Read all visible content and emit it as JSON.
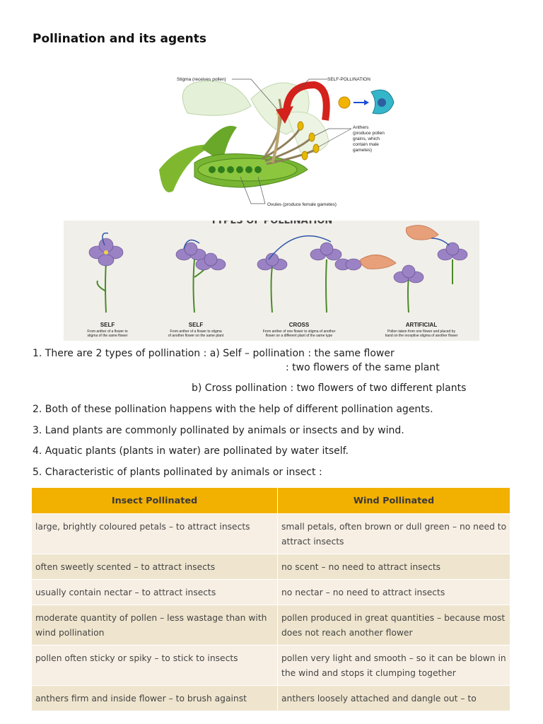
{
  "title": "Pollination and its agents",
  "figure1": {
    "label_stigma": "Stigma (receives pollen)",
    "label_self": "SELF-POLLINATION",
    "label_anthers_1": "Anthers",
    "label_anthers_2": "(produce pollen",
    "label_anthers_3": "grains, which",
    "label_anthers_4": "contain male",
    "label_anthers_5": "gametes)",
    "label_ovules": "Ovules (produce female gametes)"
  },
  "figure2": {
    "heading": "TYPES OF POLLINATION",
    "panels": [
      {
        "label": "SELF",
        "caption1": "From anther of a flower to",
        "caption2": "stigma of the same flower"
      },
      {
        "label": "SELF",
        "caption1": "From anther of a flower to stigma",
        "caption2": "of another flower on the same plant"
      },
      {
        "label": "CROSS",
        "caption1": "From anther of one flower to stigma of another",
        "caption2": "flower on a different plant of the same type"
      },
      {
        "label": "ARTIFICIAL",
        "caption1": "Pollen taken from one flower and placed by",
        "caption2": "hand on the receptive stigma of another flower"
      }
    ]
  },
  "points": {
    "p1a": "1. There are 2 types of pollination :  a) Self – pollination : the same flower",
    "p1b": ": two flowers of the same plant",
    "p1c": "b) Cross pollination : two flowers of two different plants",
    "p2": "2. Both of these pollination happens with the help of different pollination agents.",
    "p3": "3. Land plants are commonly pollinated by animals or insects and by wind.",
    "p4": "4. Aquatic plants (plants in water) are pollinated by water itself.",
    "p5": "5. Characteristic of plants pollinated by animals or insect :"
  },
  "table": {
    "headers": [
      "Insect Pollinated",
      "Wind Pollinated"
    ],
    "rows": [
      [
        "large, brightly coloured petals – to attract insects",
        "small petals, often brown or dull green – no need to attract insects"
      ],
      [
        "often sweetly scented – to attract insects",
        "no scent – no need to attract insects"
      ],
      [
        "usually contain nectar – to attract insects",
        "no nectar – no need to attract insects"
      ],
      [
        "moderate quantity of pollen – less wastage than with wind pollination",
        "pollen produced in great quantities – because most does not reach another flower"
      ],
      [
        "pollen often sticky or spiky – to stick to insects",
        "pollen very light and smooth – so it can be blown in the wind and stops it clumping together"
      ],
      [
        "anthers firm and inside flower – to brush against",
        "anthers loosely attached and dangle out – to"
      ]
    ]
  }
}
